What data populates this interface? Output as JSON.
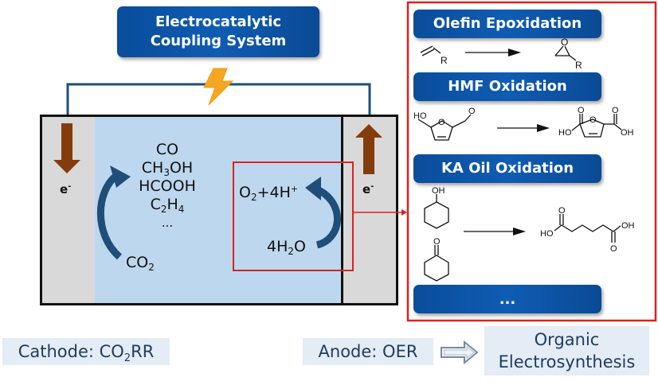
{
  "title": {
    "line1": "Electrocatalytic",
    "line2": "Coupling System"
  },
  "cell": {
    "cathode_electron_label": "e",
    "anode_electron_label": "e",
    "electron_charge": "-",
    "cathode_products": [
      {
        "main": "CO",
        "sub": "",
        "rest": ""
      },
      {
        "main": "CH",
        "sub": "3",
        "rest": "OH"
      },
      {
        "main": "HCOOH",
        "sub": "",
        "rest": ""
      },
      {
        "main": "C",
        "sub": "2",
        "rest": "H",
        "sub2": "4"
      },
      {
        "main": "...",
        "sub": "",
        "rest": ""
      }
    ],
    "cathode_reactant": {
      "main": "CO",
      "sub": "2"
    },
    "anode_product": {
      "a": "O",
      "sub": "2",
      "b": "+4H",
      "sup": "+"
    },
    "anode_reactant": {
      "a": "4H",
      "sub": "2",
      "b": "O"
    }
  },
  "reactions": [
    {
      "title": "Olefin Epoxidation",
      "reactant_labels": [
        "R"
      ],
      "product_labels": [
        "O",
        "R"
      ]
    },
    {
      "title": "HMF Oxidation",
      "reactant_labels": [
        "HO",
        "O",
        "O"
      ],
      "product_labels": [
        "O",
        "O",
        "HO",
        "O",
        "O",
        "OH"
      ]
    },
    {
      "title": "KA Oil Oxidation",
      "reactant_labels": [
        "OH",
        "O"
      ],
      "product_labels": [
        "O",
        "HO",
        "OH",
        "O"
      ]
    },
    {
      "title": "..."
    }
  ],
  "bottom": {
    "cathode_label": {
      "a": "Cathode: CO",
      "sub": "2",
      "b": "RR"
    },
    "anode_label": "Anode: OER",
    "target_label": {
      "line1": "Organic",
      "line2": "Electrosynthesis"
    }
  },
  "colors": {
    "banner_blue": "#0f5cb3",
    "wire_blue": "#1f4e79",
    "curved_arrow": "#1f4e79",
    "electron_arrow": "#843c0c",
    "highlight_red": "#e02020",
    "bolt": "#f5a623",
    "electrolyte": "#bdd7ee",
    "electrode": "#d9d9d9"
  }
}
